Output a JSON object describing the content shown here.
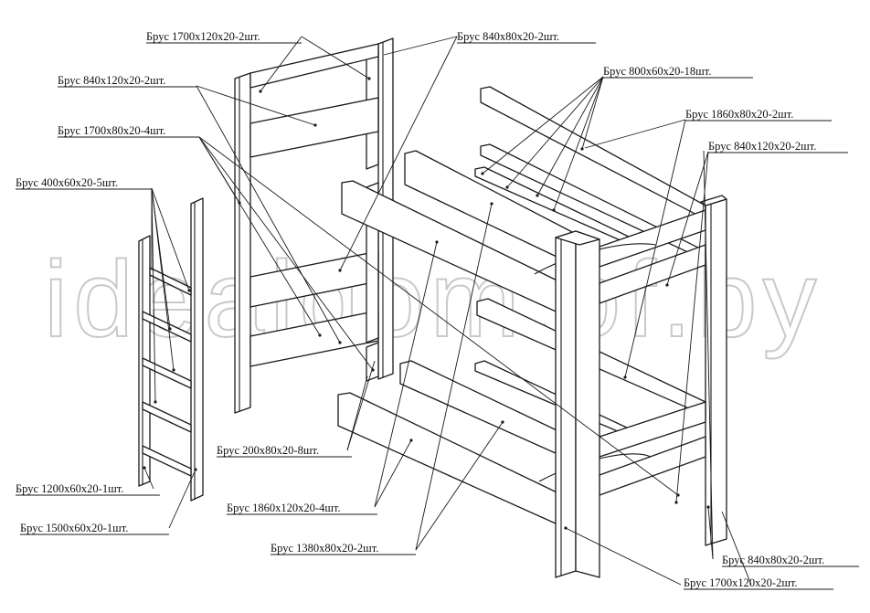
{
  "watermark": "idealdom.of.by",
  "labels": [
    {
      "id": "brus-1700x120x20-top",
      "text": "Брус 1700x120x20-2шт."
    },
    {
      "id": "brus-840x80x20-top",
      "text": "Брус 840x80x20-2шт."
    },
    {
      "id": "brus-840x120x20-left",
      "text": "Брус 840x120x20-2шт."
    },
    {
      "id": "brus-800x60x20",
      "text": "Брус 800x60x20-18шт."
    },
    {
      "id": "brus-1860x80x20",
      "text": "Брус 1860x80x20-2шт."
    },
    {
      "id": "brus-1700x80x20",
      "text": "Брус 1700x80x20-4шт."
    },
    {
      "id": "brus-840x120x20-right",
      "text": "Брус 840x120x20-2шт."
    },
    {
      "id": "brus-400x60x20",
      "text": "Брус 400x60x20-5шт."
    },
    {
      "id": "brus-200x80x20",
      "text": "Брус 200x80x20-8шт."
    },
    {
      "id": "brus-1200x60x20",
      "text": "Брус 1200x60x20-1шт."
    },
    {
      "id": "brus-1860x120x20",
      "text": "Брус 1860x120x20-4шт."
    },
    {
      "id": "brus-1500x60x20",
      "text": "Брус 1500x60x20-1шт."
    },
    {
      "id": "brus-1380x80x20",
      "text": "Брус 1380x80x20-2шт."
    },
    {
      "id": "brus-840x80x20-bottom",
      "text": "Брус 840x80x20-2шт."
    },
    {
      "id": "brus-1700x120x20-bottom",
      "text": "Брус 1700x120x20-2шт."
    }
  ]
}
